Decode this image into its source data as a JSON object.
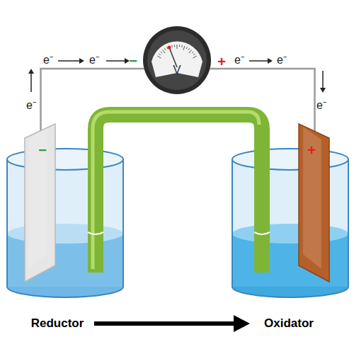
{
  "diagram": {
    "nodes": [
      {
        "text": [
          "−"
        ]
      },
      {
        "text": [
          "V"
        ]
      },
      {
        "text": [
          "+"
        ]
      }
    ],
    "edges": [
      {
        "from": 0,
        "to": 1,
        "arrow": "none"
      },
      {
        "from": 1,
        "to": 2,
        "arrow": "none"
      }
    ],
    "labels": [
      "e⁻",
      "e⁻",
      "−",
      "+",
      "e⁻",
      "e⁻",
      "e⁻",
      "e⁻",
      "Reductor",
      "Oxidator"
    ]
  }
}
